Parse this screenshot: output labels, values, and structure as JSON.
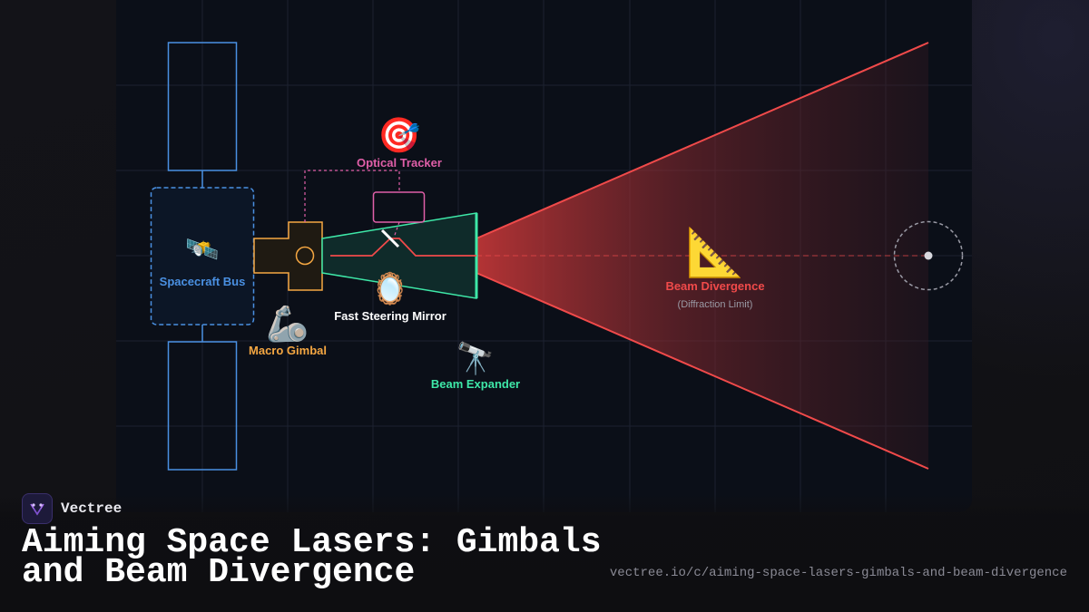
{
  "diagram": {
    "labels": {
      "spacecraft_bus": "Spacecraft Bus",
      "macro_gimbal": "Macro Gimbal",
      "optical_tracker": "Optical Tracker",
      "fast_steering_mirror": "Fast Steering Mirror",
      "beam_expander": "Beam Expander",
      "beam_divergence": "Beam Divergence",
      "beam_divergence_note": "(Diffraction Limit)"
    },
    "icons": {
      "spacecraft_bus": "🛰️",
      "macro_gimbal": "🦾",
      "optical_tracker": "🎯",
      "fast_steering_mirror": "🪞",
      "beam_expander": "🔭",
      "beam_divergence": "📐"
    },
    "colors": {
      "spacecraft_bus": "#4a90e2",
      "macro_gimbal": "#f5a742",
      "optical_tracker": "#e05fa8",
      "fast_steering_mirror": "#ffffff",
      "beam_expander": "#3ee8a8",
      "beam_divergence": "#f04a4a",
      "beam_divergence_note": "#9a9aa5",
      "grid": "#1c2230",
      "target": "#9a9aa5"
    }
  },
  "footer": {
    "brand_name": "Vectree",
    "title": "Aiming Space Lasers: Gimbals and Beam Divergence",
    "url": "vectree.io/c/aiming-space-lasers-gimbals-and-beam-divergence"
  }
}
